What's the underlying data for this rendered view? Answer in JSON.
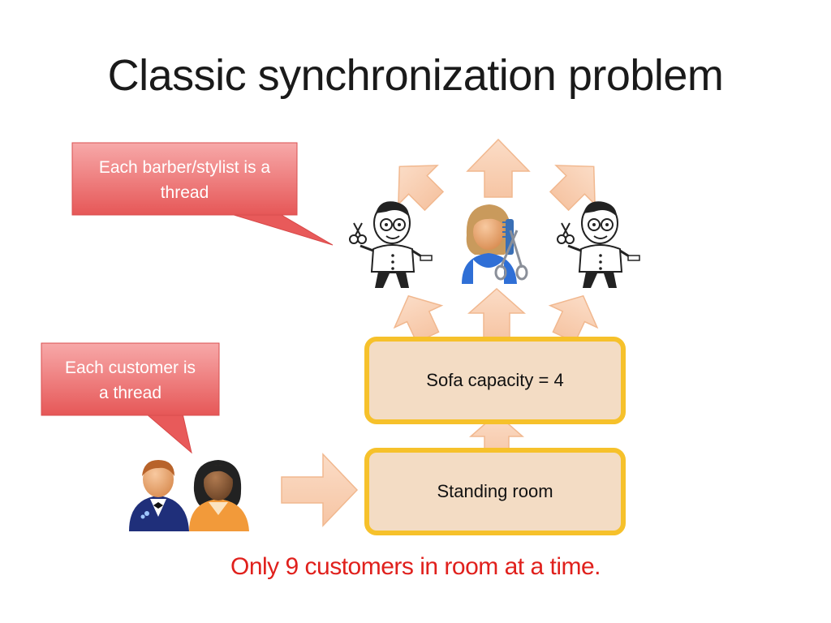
{
  "slide": {
    "title": "Classic synchronization problem",
    "footer": "Only 9 customers in room at a time."
  },
  "callouts": {
    "barber": {
      "line1": "Each barber/stylist is a",
      "line2": "thread"
    },
    "customer": {
      "line1": "Each customer is",
      "line2": "a thread"
    }
  },
  "boxes": {
    "sofa": {
      "label": "Sofa capacity = 4"
    },
    "standing": {
      "label": "Standing room"
    }
  },
  "colors": {
    "callout_top": "#f7a9a9",
    "callout_bottom": "#e65757",
    "box_fill": "#f3dcc4",
    "box_border": "#f6c12b",
    "arrow_fill": "#f9d3b8",
    "arrow_stroke": "#f1b88f",
    "note_red": "#e0201c"
  },
  "icons": [
    "barber-icon",
    "stylist-icon",
    "barber-icon",
    "waiter-customer-icon",
    "woman-customer-icon"
  ]
}
